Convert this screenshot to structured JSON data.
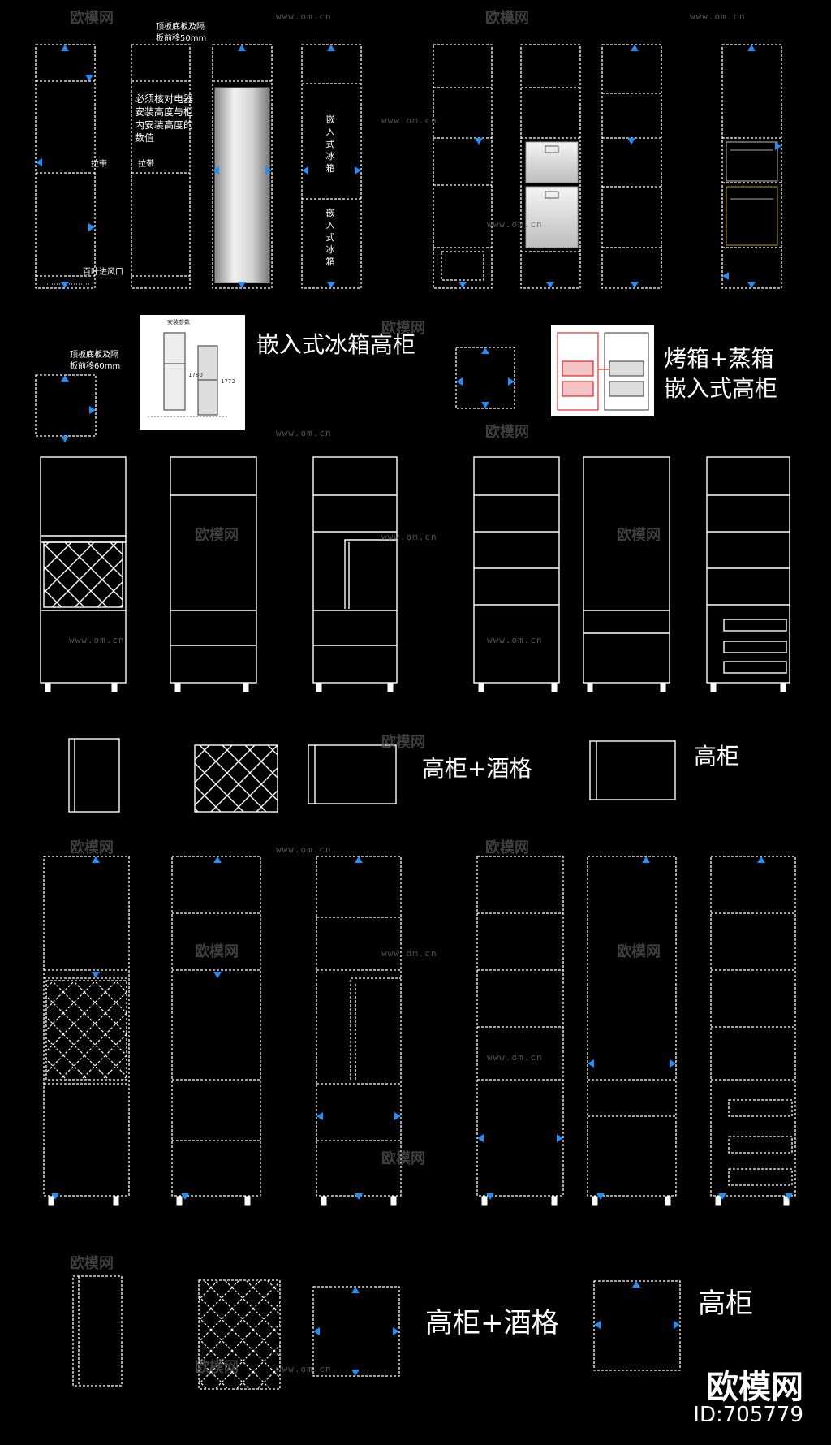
{
  "labels": {
    "fridge_tall": "嵌入式冰箱高柜",
    "oven_steam_l1": "烤箱+蒸箱",
    "oven_steam_l2": "嵌入式高柜",
    "wine_tall_1": "高柜+酒格",
    "tall_1": "高柜",
    "wine_tall_2": "高柜+酒格",
    "tall_2": "高柜"
  },
  "annotations": {
    "top_panel_1": "顶板底板及隔",
    "top_panel_2": "板前移50mm",
    "note_1": "必须核对电器",
    "note_2": "安装高度与柜",
    "note_3": "内安装高度的",
    "note_4": "数值",
    "handle_left": "拉带",
    "handle_mid": "拉带",
    "vent": "百叶进风口",
    "vert_1": "嵌入式冰箱",
    "vert_2": "嵌入式冰箱",
    "top_panel_small_1": "顶板底板及隔",
    "top_panel_small_2": "板前移60mm",
    "thumb_title": "安装参数",
    "thumb_dim_1": "1780",
    "thumb_dim_2": "1772"
  },
  "brand": {
    "name": "欧模网",
    "id": "ID:705779"
  },
  "watermark": {
    "url": "www.om.cn",
    "cn": "欧模网"
  },
  "colors": {
    "background": "#000000",
    "line": "#ffffff",
    "arrow": "#1e90ff",
    "fridge": "#d8d8d8",
    "wine": "#ffffff"
  }
}
